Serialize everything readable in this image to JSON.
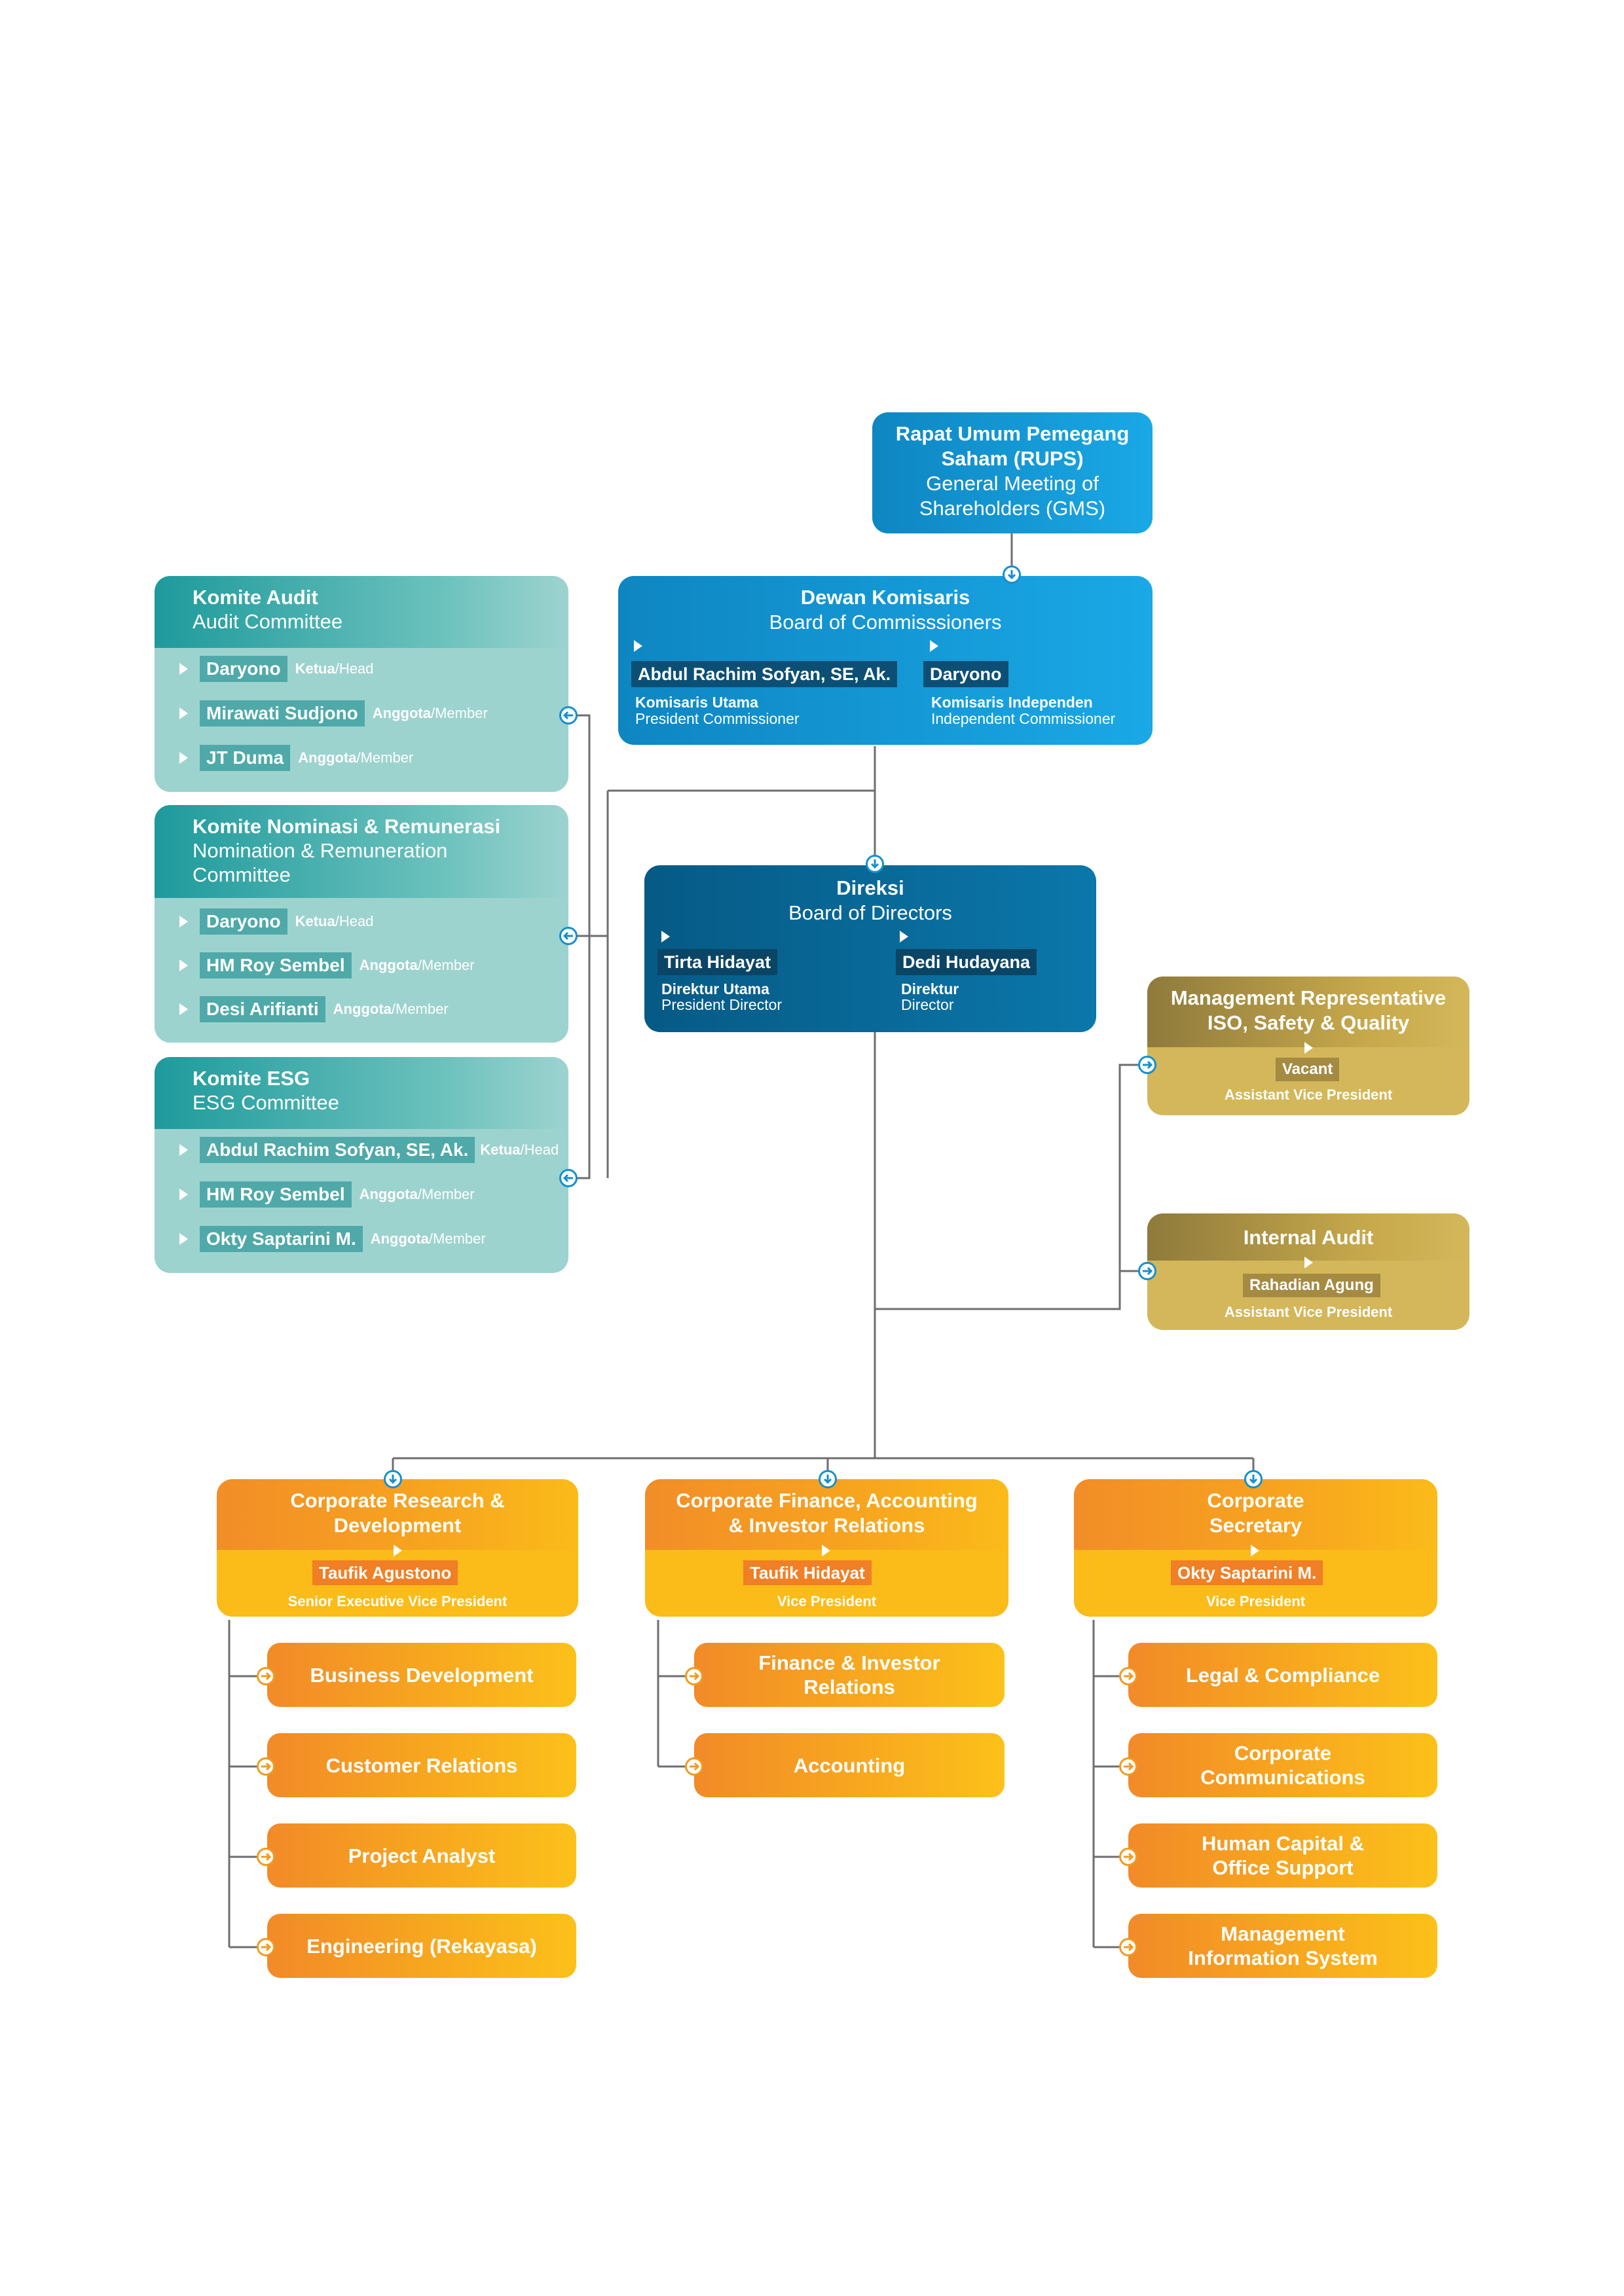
{
  "rups": {
    "title": "Rapat Umum Pemegang Saham (RUPS)",
    "subtitle": "General Meeting of Shareholders (GMS)"
  },
  "board_commissioners": {
    "title": "Dewan Komisaris",
    "subtitle": "Board of Commisssioners",
    "members": [
      {
        "name": "Abdul Rachim Sofyan, SE, Ak.",
        "role_id": "Komisaris Utama",
        "role_en": "President Commissioner"
      },
      {
        "name": "Daryono",
        "role_id": "Komisaris Independen",
        "role_en": "Independent Commissioner"
      }
    ]
  },
  "board_directors": {
    "title": "Direksi",
    "subtitle": "Board of Directors",
    "members": [
      {
        "name": "Tirta Hidayat",
        "role_id": "Direktur Utama",
        "role_en": "President Director"
      },
      {
        "name": "Dedi Hudayana",
        "role_id": "Direktur",
        "role_en": "Director"
      }
    ]
  },
  "committees": [
    {
      "title": "Komite Audit",
      "subtitle": "Audit Committee",
      "members": [
        {
          "name": "Daryono",
          "role_id": "Ketua",
          "role_en": "/Head"
        },
        {
          "name": "Mirawati Sudjono",
          "role_id": "Anggota",
          "role_en": "/Member"
        },
        {
          "name": "JT Duma",
          "role_id": "Anggota",
          "role_en": "/Member"
        }
      ]
    },
    {
      "title": "Komite Nominasi & Remunerasi",
      "subtitle1": "Nomination & Remuneration",
      "subtitle2": "Committee",
      "members": [
        {
          "name": "Daryono",
          "role_id": "Ketua",
          "role_en": "/Head"
        },
        {
          "name": "HM Roy Sembel",
          "role_id": "Anggota",
          "role_en": "/Member"
        },
        {
          "name": "Desi Arifianti",
          "role_id": "Anggota",
          "role_en": "/Member"
        }
      ]
    },
    {
      "title": "Komite ESG",
      "subtitle": "ESG Committee",
      "members": [
        {
          "name": "Abdul Rachim Sofyan, SE, Ak.",
          "role_id": "Ketua",
          "role_en": "/Head"
        },
        {
          "name": "HM Roy Sembel",
          "role_id": "Anggota",
          "role_en": "/Member"
        },
        {
          "name": "Okty Saptarini M.",
          "role_id": "Anggota",
          "role_en": "/Member"
        }
      ]
    }
  ],
  "mgmt_rep": {
    "title1": "Management Representative",
    "title2": "ISO, Safety & Quality",
    "name": "Vacant",
    "position": "Assistant Vice President"
  },
  "internal_audit": {
    "title": "Internal Audit",
    "name": "Rahadian Agung",
    "position": "Assistant Vice President"
  },
  "divisions": [
    {
      "title1": "Corporate Research &",
      "title2": "Development",
      "name": "Taufik Agustono",
      "position": "Senior Executive Vice President",
      "units": [
        "Business Development",
        "Customer Relations",
        "Project Analyst",
        "Engineering (Rekayasa)"
      ]
    },
    {
      "title1": "Corporate Finance, Accounting",
      "title2": "& Investor Relations",
      "name": "Taufik Hidayat",
      "position": "Vice President",
      "units": [
        "Finance & Investor Relations",
        "Accounting"
      ]
    },
    {
      "title1": "Corporate",
      "title2": "Secretary",
      "name": "Okty Saptarini M.",
      "position": "Vice President",
      "units": [
        "Legal & Compliance",
        "Corporate Communications",
        "Human Capital & Office Support",
        "Management Information System"
      ]
    }
  ],
  "colors": {
    "blue": "#1aa8e6",
    "teal": "#9dd3cf",
    "gold": "#d3b75a",
    "orange": "#fbbb19"
  }
}
